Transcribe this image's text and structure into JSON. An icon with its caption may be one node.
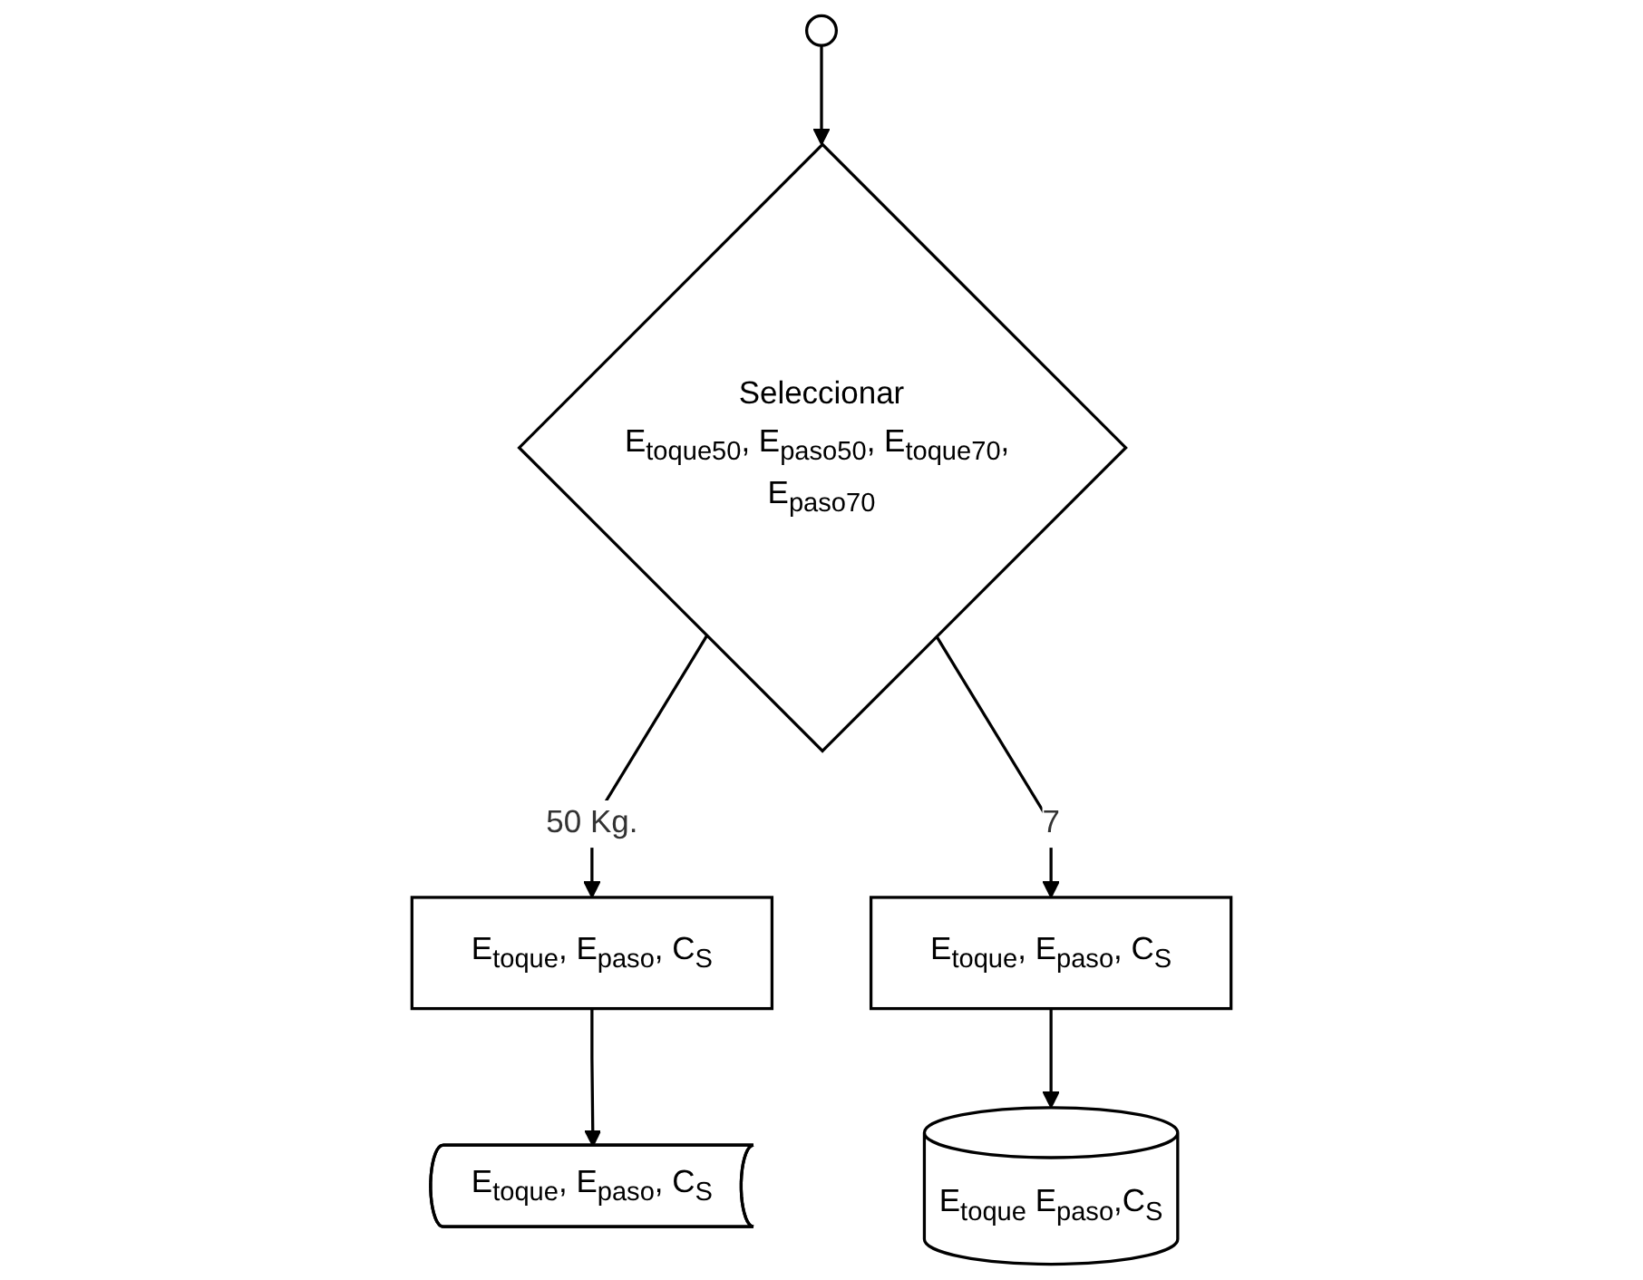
{
  "diagram": {
    "nodes": [
      {
        "text": [],
        "shape": "circle"
      },
      {
        "text": [
          "Seleccionar",
          "E$_{toque50}$, E$_{paso50}$, E$_{toque70}$, E$_{paso70}$"
        ]
      },
      {
        "text": [
          "E$_{toque}$, E$_{paso}$, C$_{S}$"
        ]
      },
      {
        "text": [
          "E$_{toque}$, E$_{paso}$, C$_{S}$"
        ]
      },
      {
        "text": [
          "E$_{toque}$, E$_{paso}$, C$_{S}$"
        ]
      },
      {
        "text": [
          "E$_{toque}$ E$_{paso}$,C$_{S}$"
        ]
      }
    ],
    "edges": [
      {
        "from": 0,
        "to": 1,
        "arrow": "to"
      },
      {
        "from": 1,
        "to": 2,
        "arrow": "to",
        "label": "50 Kg."
      },
      {
        "from": 2,
        "to": 3,
        "arrow": "to"
      },
      {
        "from": 1,
        "to": 4,
        "arrow": "to",
        "label": "7"
      },
      {
        "from": 4,
        "to": 5,
        "arrow": "to"
      }
    ]
  }
}
